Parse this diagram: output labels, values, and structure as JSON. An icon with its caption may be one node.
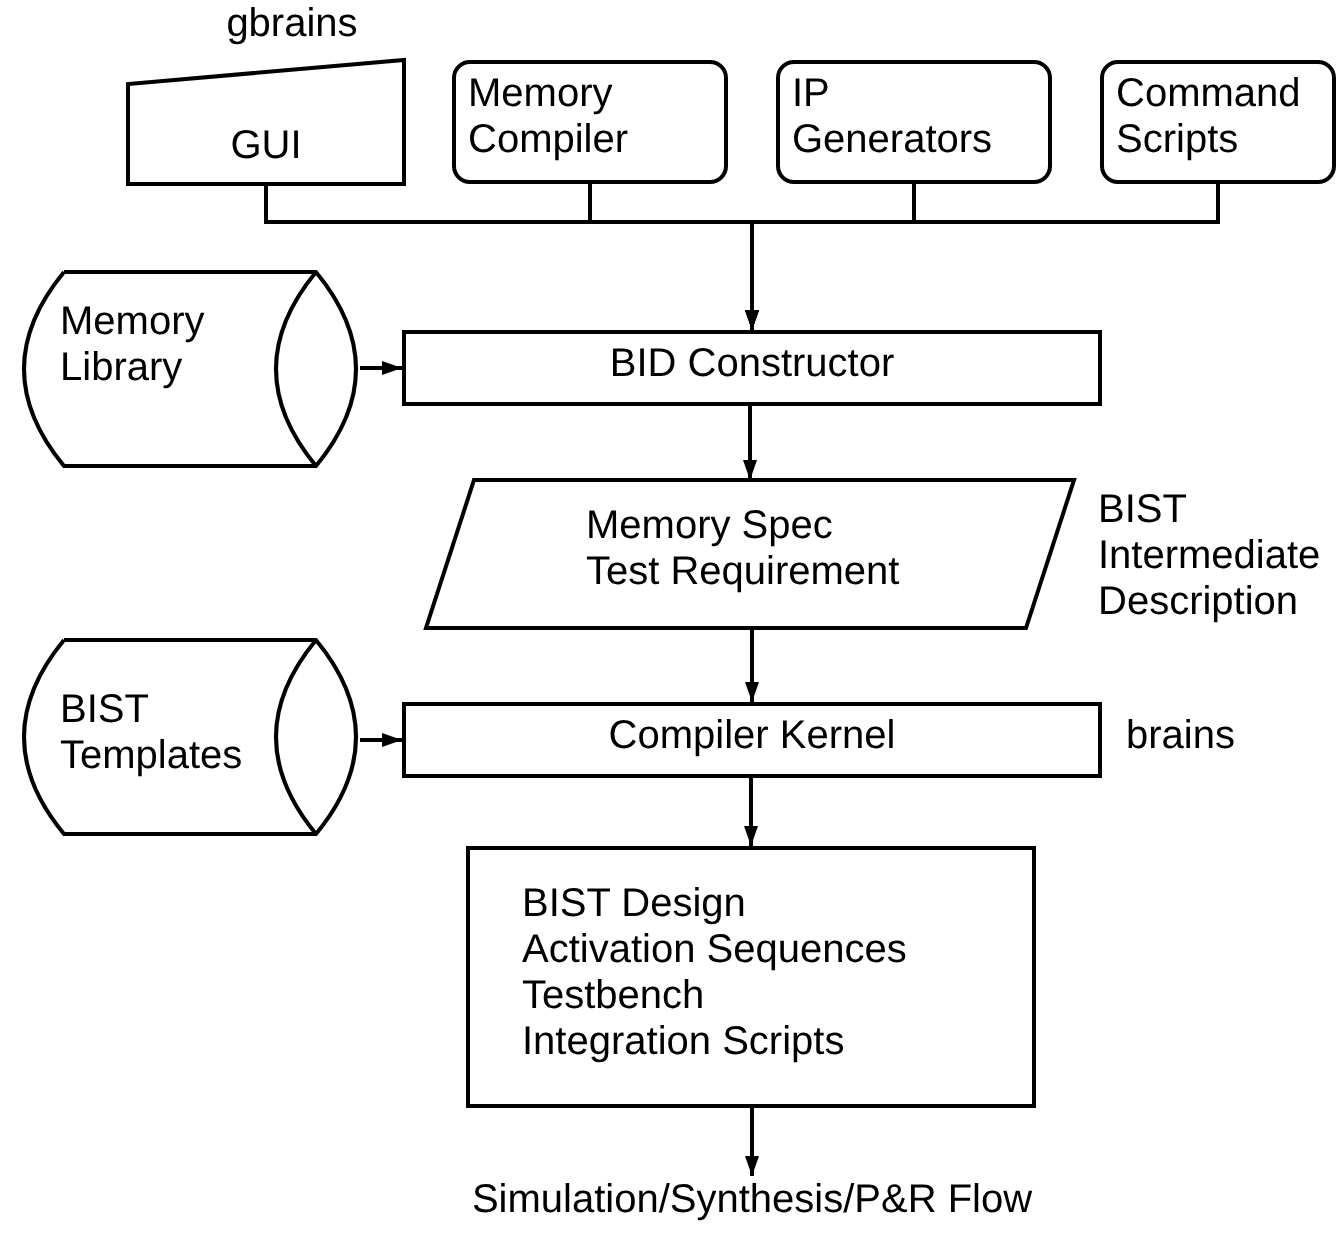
{
  "diagram": {
    "nodes": [
      {
        "text": [
          "GUI"
        ],
        "beside": [
          "gbrains"
        ]
      },
      {
        "text": [
          "Memory Compiler"
        ]
      },
      {
        "text": [
          "IP Generators"
        ]
      },
      {
        "text": [
          "Command Scripts"
        ]
      },
      {
        "text": [
          "Memory Library"
        ]
      },
      {
        "text": [
          "BID Constructor"
        ]
      },
      {
        "text": [
          "Memory Spec",
          "Test Requirement"
        ],
        "beside": [
          "BIST Intermediate Description"
        ]
      },
      {
        "text": [
          "BIST Templates"
        ]
      },
      {
        "text": [
          "Compiler Kernel"
        ],
        "beside": [
          "brains"
        ]
      },
      {
        "text": [
          "BIST Design",
          "Activation Sequences",
          "Testbench",
          "Integration Scripts"
        ]
      },
      {
        "text": [
          "Simulation/Synthesis/P&R Flow"
        ]
      }
    ],
    "edges": [
      {
        "from": 0,
        "to": 5,
        "arrow": "to"
      },
      {
        "from": 1,
        "to": 5,
        "arrow": "to"
      },
      {
        "from": 2,
        "to": 5,
        "arrow": "to"
      },
      {
        "from": 3,
        "to": 5,
        "arrow": "to"
      },
      {
        "from": 4,
        "to": 5,
        "arrow": "to"
      },
      {
        "from": 5,
        "to": 6,
        "arrow": "to"
      },
      {
        "from": 6,
        "to": 8,
        "arrow": "to"
      },
      {
        "from": 7,
        "to": 8,
        "arrow": "to"
      },
      {
        "from": 8,
        "to": 9,
        "arrow": "to"
      },
      {
        "from": 9,
        "to": 10,
        "arrow": "to"
      }
    ]
  }
}
